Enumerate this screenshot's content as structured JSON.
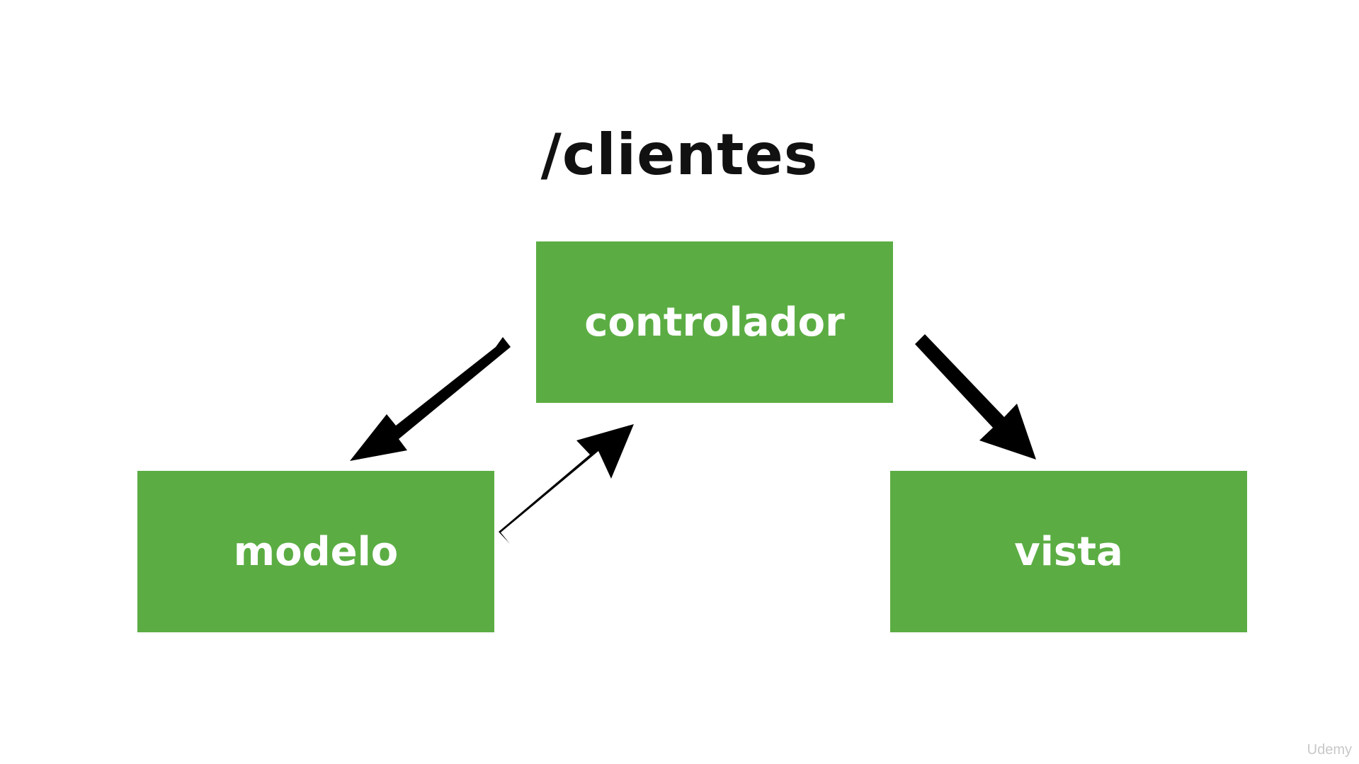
{
  "diagram": {
    "title": "/clientes",
    "nodes": {
      "controller": "controlador",
      "model": "modelo",
      "view": "vista"
    },
    "edges": [
      {
        "from": "controlador",
        "to": "modelo"
      },
      {
        "from": "modelo",
        "to": "controlador"
      },
      {
        "from": "controlador",
        "to": "vista"
      }
    ],
    "colors": {
      "box_fill": "#5bad43",
      "box_text": "#ffffff",
      "arrow": "#000000",
      "title": "#111111"
    }
  },
  "watermark": "Udemy"
}
